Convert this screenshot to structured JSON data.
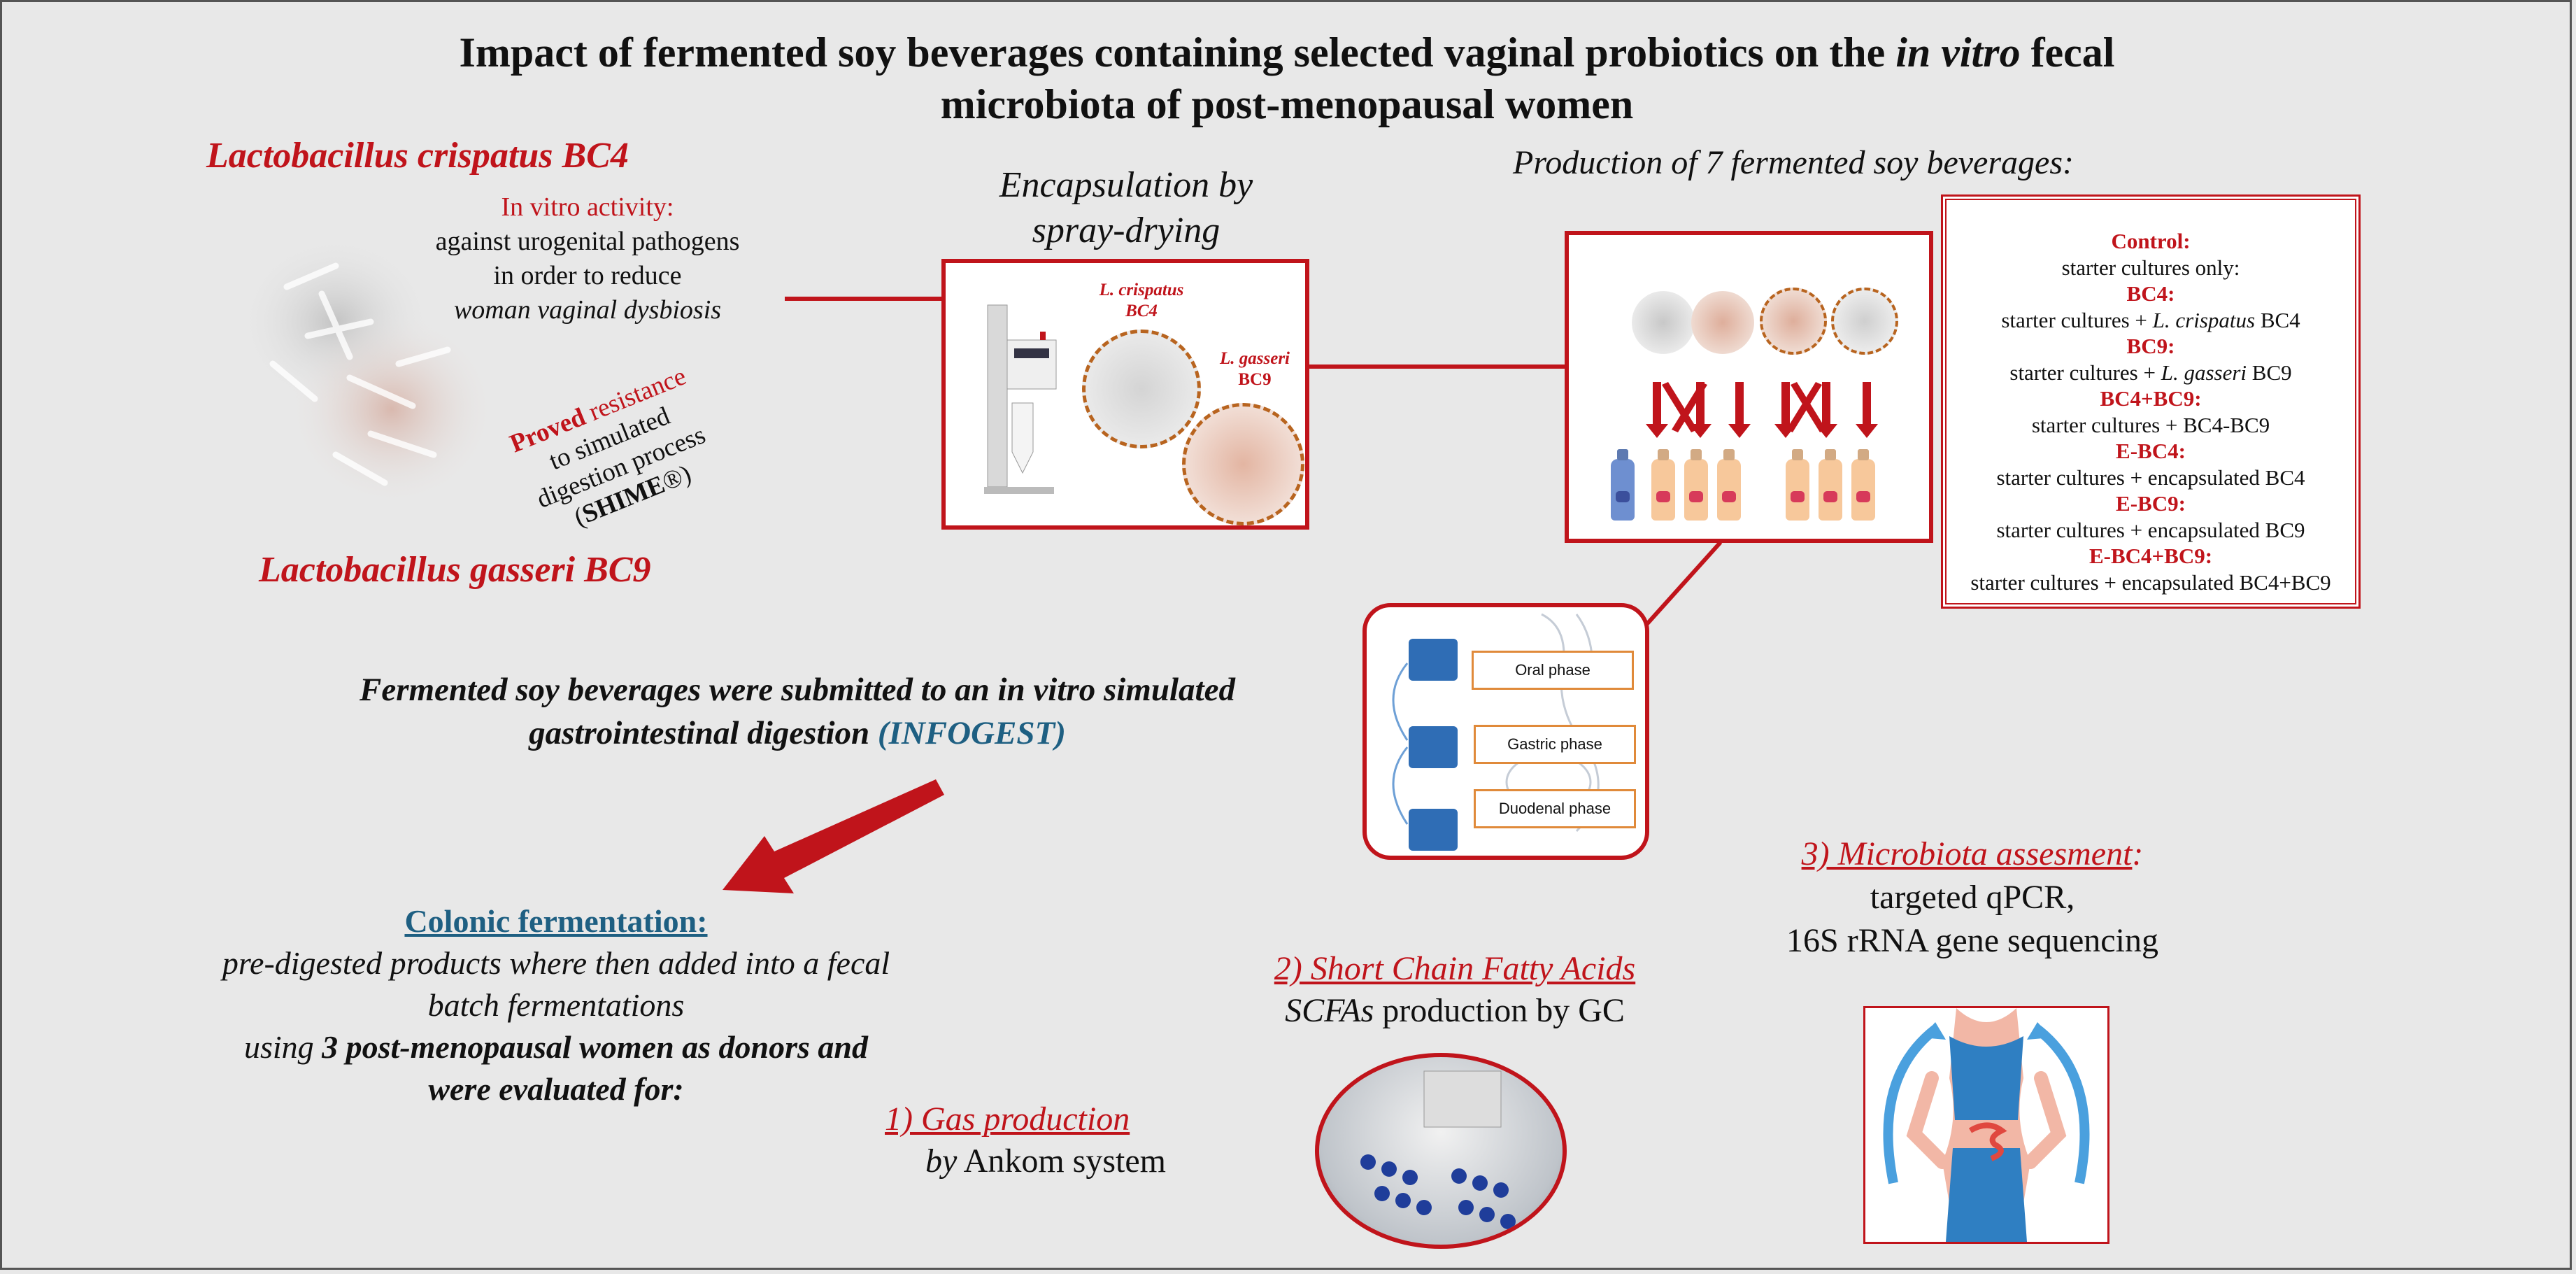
{
  "title": {
    "part1": "Impact of fermented soy beverages containing selected vaginal probiotics on the ",
    "part2": "in vitro",
    "part3": " fecal",
    "line2": "microbiota of post-menopausal women"
  },
  "strains": {
    "crispatus": "Lactobacillus crispatus BC4",
    "gasseri": "Lactobacillus gasseri BC9"
  },
  "activity": {
    "heading": "In vitro activity:",
    "line1": "against urogenital pathogens",
    "line2": "in order to reduce",
    "line3": "woman vaginal dysbiosis"
  },
  "resistance": {
    "w1": "Proved",
    "w2": " resistance",
    "line2": "to simulated",
    "line3": "digestion process",
    "line4_a": "(",
    "line4_b": "SHIME",
    "line4_c": "®)"
  },
  "encapsulation": {
    "title1": "Encapsulation by",
    "title2": "spray-drying",
    "label1a": "L. crispatus",
    "label1b": "BC4",
    "label2a": "L. gasseri",
    "label2b": "BC9"
  },
  "production": {
    "title": "Production of 7 fermented soy beverages:"
  },
  "beverages": {
    "control_h": "Control:",
    "control_d": "starter cultures only:",
    "bc4_h": "BC4:",
    "bc4_d1": "starter cultures + ",
    "bc4_d2": "L. crispatus",
    "bc4_d3": " BC4",
    "bc9_h": "BC9:",
    "bc9_d1": "starter cultures + ",
    "bc9_d2": "L. gasseri",
    "bc9_d3": " BC9",
    "bc49_h": "BC4+BC9:",
    "bc49_d": "starter cultures + BC4-BC9",
    "ebc4_h": "E-BC4:",
    "ebc4_d": "starter cultures + encapsulated BC4",
    "ebc9_h": "E-BC9:",
    "ebc9_d": "starter cultures + encapsulated BC9",
    "ebc49_h": "E-BC4+BC9:",
    "ebc49_d": "starter cultures + encapsulated BC4+BC9"
  },
  "phases": {
    "oral": "Oral phase",
    "gastric": "Gastric phase",
    "duodenal": "Duodenal phase"
  },
  "digestion": {
    "line1": "Fermented soy beverages were submitted to an in vitro simulated",
    "line2": "gastrointestinal digestion ",
    "infogest": "(INFOGEST)"
  },
  "colonic": {
    "heading": "Colonic fermentation:",
    "line1": "pre-digested products where then added  into a fecal",
    "line2": "batch fermentations",
    "line3a": "using ",
    "line3b": "3 post-menopausal women as donors and",
    "line4": "were evaluated for:"
  },
  "gas": {
    "heading": "1) Gas production",
    "by": "by",
    "system": " Ankom system"
  },
  "scfa": {
    "heading": "2) Short Chain Fatty Acids",
    "abbr": "SCFAs",
    "rest": " production by GC"
  },
  "microbiota": {
    "heading": "3) Microbiota assesment",
    "colon": ":",
    "line1": "targeted qPCR,",
    "line2": "16S rRNA gene sequencing"
  },
  "colors": {
    "accent_red": "#c0141b",
    "accent_blue": "#1e5f82",
    "dashed_orange": "#b8641f",
    "phase_orange": "#e08a3a"
  },
  "icons": [
    "bacteria-cluster",
    "spray-dryer",
    "microcapsule",
    "soy-bottle",
    "beaker",
    "digestive-tract",
    "gc-autosampler",
    "human-gut-figure"
  ]
}
